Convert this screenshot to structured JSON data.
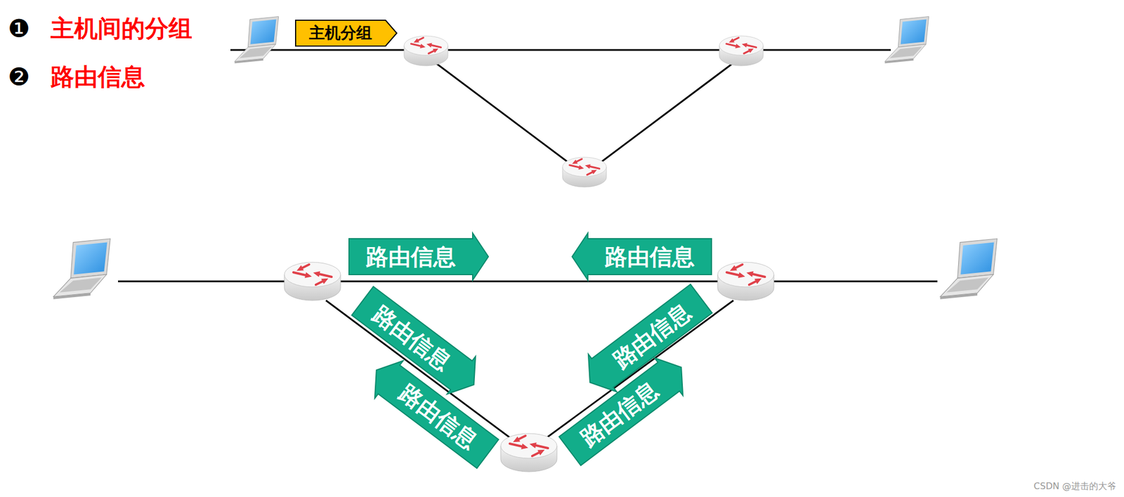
{
  "diagram": {
    "nodes": [
      {
        "text": [
          "主机分组"
        ]
      },
      {
        "text": [
          "路由信息"
        ]
      },
      {
        "text": [
          "路由信息"
        ]
      },
      {
        "text": [
          "路由信息"
        ]
      },
      {
        "text": [
          "路由信息"
        ]
      },
      {
        "text": [
          "路由信息"
        ]
      },
      {
        "text": [
          "路由信息"
        ]
      }
    ],
    "labels": [
      "❶",
      "主机间的分组",
      "❷",
      "路由信息",
      "CSDN @进击的大爷"
    ]
  }
}
